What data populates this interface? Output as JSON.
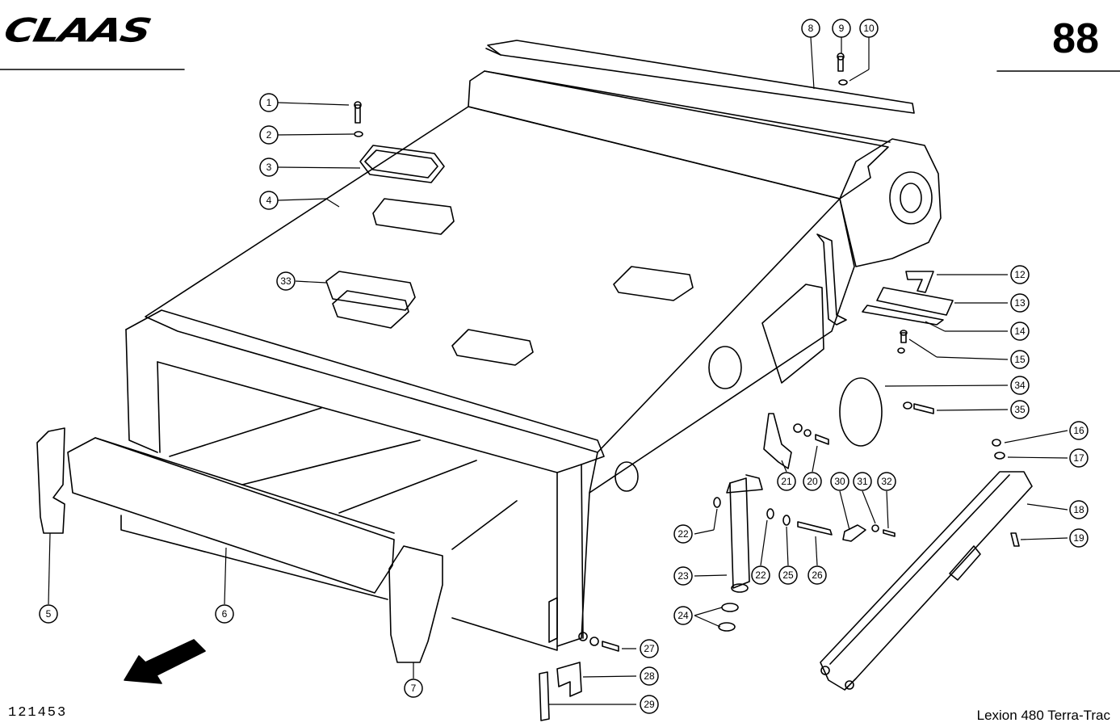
{
  "header": {
    "brand_logo": "CLAAS",
    "page_number": "88"
  },
  "footer": {
    "drawing_number": "121453",
    "model": "Lexion 480 Terra-Trac"
  },
  "callouts": [
    "1",
    "2",
    "3",
    "4",
    "5",
    "6",
    "7",
    "8",
    "9",
    "10",
    "12",
    "13",
    "14",
    "15",
    "16",
    "17",
    "18",
    "19",
    "20",
    "21",
    "22",
    "22",
    "23",
    "24",
    "25",
    "26",
    "27",
    "28",
    "29",
    "30",
    "31",
    "32",
    "33",
    "34",
    "35"
  ],
  "colors": {
    "ink": "#000000",
    "paper": "#ffffff"
  }
}
